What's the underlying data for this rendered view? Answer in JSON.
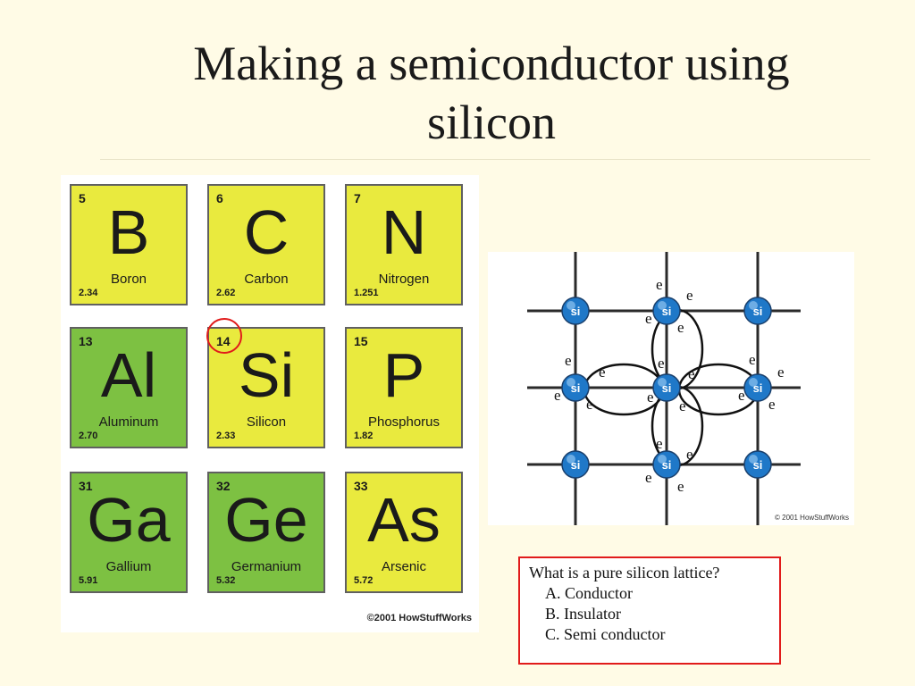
{
  "slide": {
    "title_line1": "Making a semiconductor using",
    "title_line2": "silicon"
  },
  "periodic_table": {
    "credit": "©2001 HowStuffWorks",
    "elements": [
      {
        "number": "5",
        "symbol": "B",
        "name": "Boron",
        "mass": "2.34",
        "color": "#e9ea3e"
      },
      {
        "number": "6",
        "symbol": "C",
        "name": "Carbon",
        "mass": "2.62",
        "color": "#e9ea3e"
      },
      {
        "number": "7",
        "symbol": "N",
        "name": "Nitrogen",
        "mass": "1.251",
        "color": "#e9ea3e"
      },
      {
        "number": "13",
        "symbol": "Al",
        "name": "Aluminum",
        "mass": "2.70",
        "color": "#7dc142"
      },
      {
        "number": "14",
        "symbol": "Si",
        "name": "Silicon",
        "mass": "2.33",
        "color": "#e9ea3e"
      },
      {
        "number": "15",
        "symbol": "P",
        "name": "Phosphorus",
        "mass": "1.82",
        "color": "#e9ea3e"
      },
      {
        "number": "31",
        "symbol": "Ga",
        "name": "Gallium",
        "mass": "5.91",
        "color": "#7dc142"
      },
      {
        "number": "32",
        "symbol": "Ge",
        "name": "Germanium",
        "mass": "5.32",
        "color": "#7dc142"
      },
      {
        "number": "33",
        "symbol": "As",
        "name": "Arsenic",
        "mass": "5.72",
        "color": "#e9ea3e"
      }
    ]
  },
  "lattice": {
    "atom_label": "si",
    "electron_label": "e",
    "credit": "© 2001 HowStuffWorks"
  },
  "question": {
    "text": "What is a pure silicon lattice?",
    "options": [
      "A. Conductor",
      "B. Insulator",
      "C. Semi conductor"
    ]
  },
  "colors": {
    "background": "#fffbe6",
    "highlight": "#e11b1b",
    "atom_blue": "#1f78c8"
  }
}
